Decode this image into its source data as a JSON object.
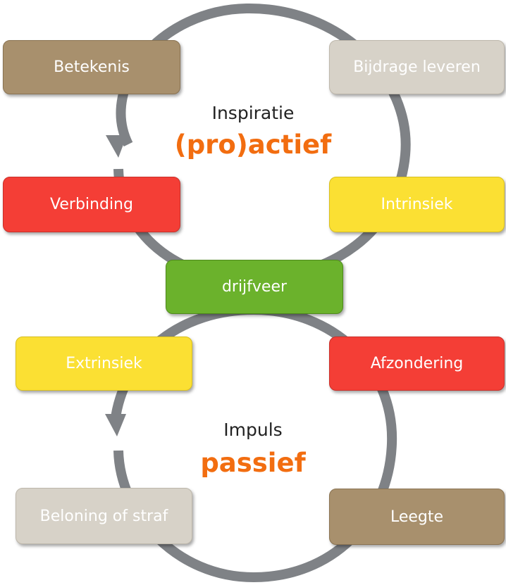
{
  "colors": {
    "brown": "#a8906d",
    "gray": "#d7d2c8",
    "red": "#f43e36",
    "yellow": "#fbe033",
    "green": "#6bb22c",
    "orange": "#f26d10",
    "loop": "#7f8286"
  },
  "top": {
    "subtitle": "Inspiratie",
    "mode": "(pro)actief"
  },
  "bottom": {
    "subtitle": "Impuls",
    "mode": "passief"
  },
  "center": "drijfveer",
  "boxes": {
    "betekenis": "Betekenis",
    "bijdrage": "Bijdrage leveren",
    "verbinding": "Verbinding",
    "intrinsiek": "Intrinsiek",
    "extrinsiek": "Extrinsiek",
    "afzondering": "Afzondering",
    "beloning": "Beloning of straf",
    "leegte": "Leegte"
  }
}
